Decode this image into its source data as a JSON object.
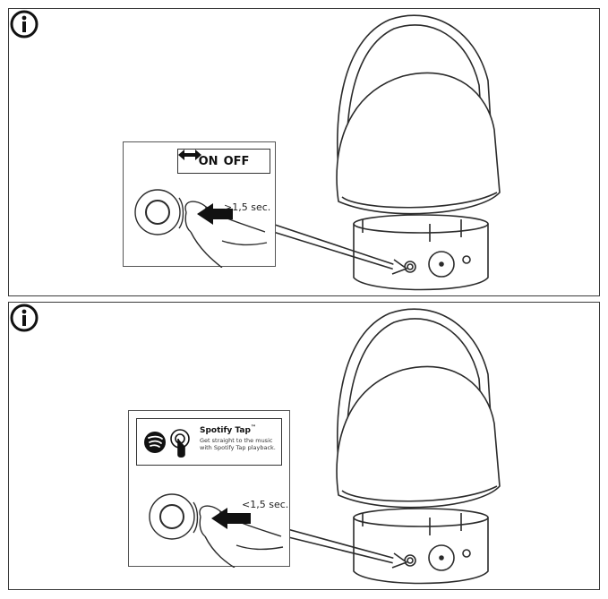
{
  "panels": [
    {
      "info_icon": "info-circle-icon",
      "switch_label": {
        "on": "ON",
        "off": "OFF",
        "arrow_icon": "double-arrow-icon"
      },
      "press_duration": ">1,5 sec."
    },
    {
      "info_icon": "info-circle-icon",
      "spotify": {
        "logo_icon": "spotify-logo-icon",
        "tap_icon": "finger-tap-icon",
        "title": "Spotify Tap",
        "trademark": "™",
        "description": "Get straight to the music with Spotify Tap playback."
      },
      "press_duration": "<1,5 sec."
    }
  ],
  "colors": {
    "outline": "#2b2b2b",
    "shade": "#cfcfcf",
    "background": "#ffffff"
  }
}
